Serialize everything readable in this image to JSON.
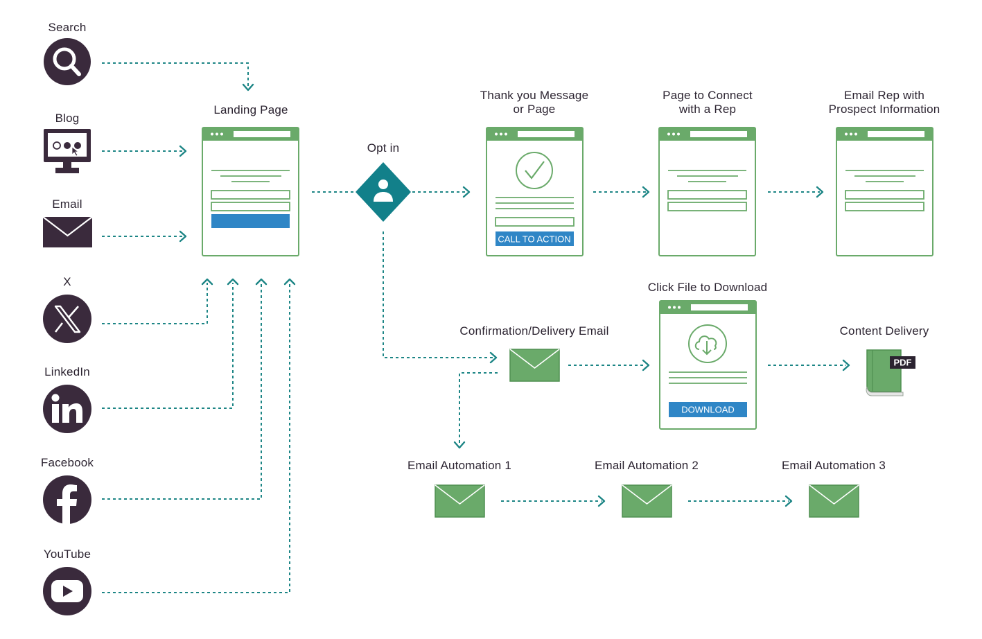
{
  "sources": {
    "search": "Search",
    "blog": "Blog",
    "email": "Email",
    "x": "X",
    "linkedin": "LinkedIn",
    "facebook": "Facebook",
    "youtube": "YouTube"
  },
  "landing_page": {
    "title": "Landing Page"
  },
  "opt_in": {
    "title": "Opt in"
  },
  "thank_you": {
    "title_line1": "Thank you Message",
    "title_line2": "or Page",
    "cta_label": "CALL TO ACTION"
  },
  "connect_rep": {
    "title_line1": "Page to Connect",
    "title_line2": "with a Rep"
  },
  "email_rep": {
    "title_line1": "Email Rep with",
    "title_line2": "Prospect Information"
  },
  "click_download": {
    "title": "Click File to Download",
    "button_label": "DOWNLOAD"
  },
  "confirmation_email": {
    "title": "Confirmation/Delivery Email"
  },
  "content_delivery": {
    "title": "Content Delivery",
    "badge": "PDF"
  },
  "automation": {
    "step1": "Email Automation 1",
    "step2": "Email Automation 2",
    "step3": "Email Automation 3"
  },
  "colors": {
    "source_icon": "#3a2a3c",
    "frame_green": "#6aaa6a",
    "flow_teal": "#1c8585",
    "button_blue": "#2f86c6",
    "opt_in_diamond": "#12808a"
  },
  "icons": {
    "search": "magnifier-icon",
    "blog": "monitor-icon",
    "email": "envelope-icon",
    "x": "x-logo-icon",
    "linkedin": "linkedin-logo-icon",
    "facebook": "facebook-logo-icon",
    "youtube": "youtube-logo-icon",
    "opt_in": "user-icon",
    "thank_you": "checkmark-icon",
    "download": "cloud-download-icon",
    "content": "pdf-book-icon"
  }
}
